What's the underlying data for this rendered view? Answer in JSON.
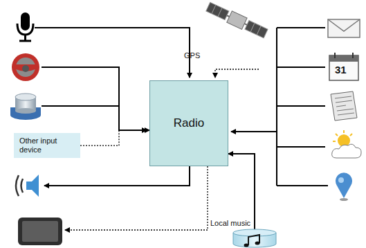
{
  "diagram": {
    "nodes": [
      {
        "text": [
          "Radio"
        ]
      },
      {
        "text": [
          "Other input device"
        ]
      },
      {
        "text": [
          "Local music"
        ]
      }
    ],
    "edges": [
      {
        "from": 1,
        "to": 0,
        "arrow": "to"
      },
      {
        "from": 2,
        "to": 0,
        "arrow": "to"
      }
    ],
    "labels": [
      "GPS",
      "31"
    ]
  }
}
